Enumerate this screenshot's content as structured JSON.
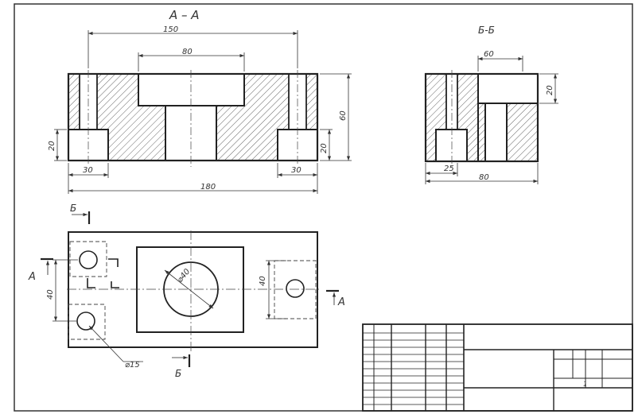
{
  "sections": {
    "aa": {
      "title": "А – А"
    },
    "bb": {
      "title": "Б-Б"
    },
    "markers": {
      "a": "А",
      "b": "Б"
    }
  },
  "dimensions": {
    "front": {
      "d150": "150",
      "d80": "80",
      "d60": "60",
      "d20_left": "20",
      "d20_right": "20",
      "d30_left": "30",
      "d30_right": "30",
      "d180": "180"
    },
    "side": {
      "d60": "60",
      "d20": "20",
      "d25": "25",
      "d80": "80"
    },
    "plan": {
      "d40_left": "40",
      "d40_right": "40",
      "dia40": "⌀40",
      "dia15": "⌀15"
    }
  },
  "title_block": {
    "sheet_mark": "1"
  },
  "colors": {
    "line": "#2a2a2a",
    "hatch": "#555555",
    "paper": "#ffffff"
  }
}
